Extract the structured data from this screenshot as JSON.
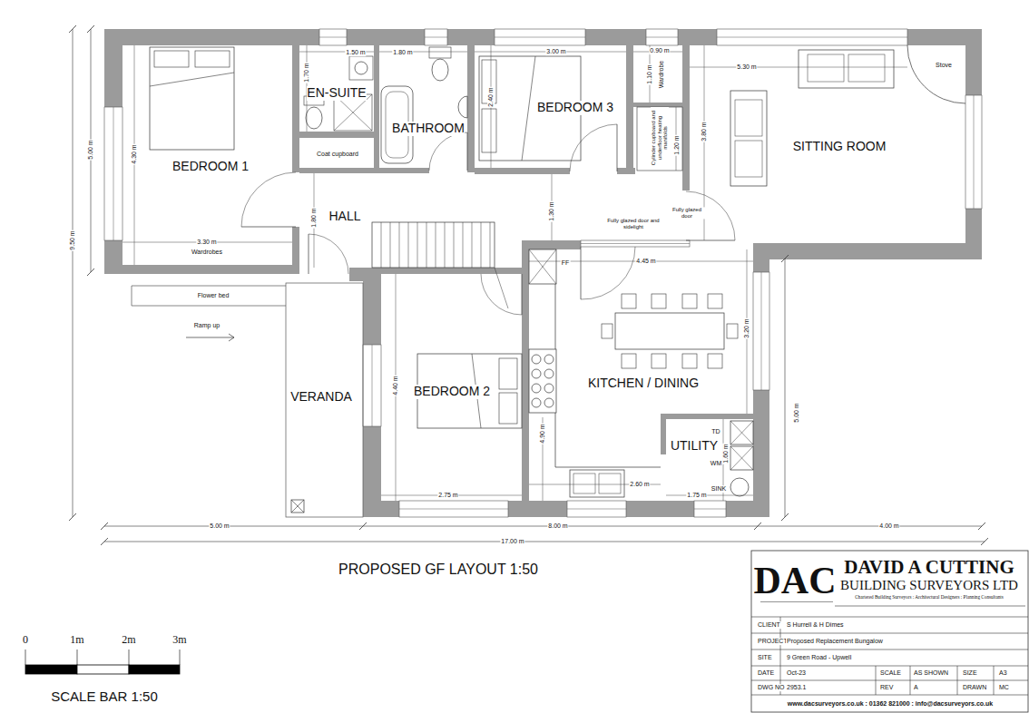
{
  "diagram": {
    "title": "PROPOSED GF LAYOUT 1:50",
    "nodes": [
      {
        "text": [
          "EN-SUITE"
        ]
      },
      {
        "text": [
          "BATHROOM"
        ]
      },
      {
        "text": [
          "BEDROOM 3"
        ]
      },
      {
        "text": [
          "SITTING ROOM"
        ]
      },
      {
        "text": [
          "BEDROOM 1"
        ]
      },
      {
        "text": [
          "HALL"
        ]
      },
      {
        "text": [
          "VERANDA"
        ]
      },
      {
        "text": [
          "BEDROOM 2"
        ]
      },
      {
        "text": [
          "KITCHEN / DINING"
        ]
      },
      {
        "text": [
          "UTILITY"
        ]
      }
    ],
    "labels": [
      "1.50 m",
      "1.80 m",
      "3.00 m",
      "0.90 m",
      "5.30 m",
      "1.70 m",
      "2.40 m",
      "1.10 m",
      "Wardrobe",
      "1.20 m",
      "Cylinder cupboard and underfloor heating manifolds",
      "4.30 m",
      "3.80 m",
      "Coat cupboard",
      "1.80 m",
      "1.30 m",
      "Fully glazed door and sidelight",
      "Fully glazed door",
      "3.30 m",
      "Wardrobes",
      "FF",
      "4.45 m",
      "Flower bed",
      "Ramp up",
      "3.20 m",
      "4.40 m",
      "4.90 m",
      "TD",
      "1.60 m",
      "WM",
      "SINK",
      "1.75 m",
      "2.60 m",
      "2.75 m",
      "5.00 m",
      "Stove",
      "5.00 m",
      "9.50 m",
      "5.00 m",
      "8.00 m",
      "4.00 m",
      "17.00 m",
      "0",
      "1m",
      "2m",
      "3m",
      "SCALE BAR 1:50",
      "DAC",
      "DAVID A CUTTING",
      "BUILDING SURVEYORS LTD",
      "Chartered Building Surveyors : Architectural Designers : Planning Consultants",
      "CLIENT",
      "S Hurrell & H Dimes",
      "PROJECT",
      "Proposed Replacement Bungalow",
      "SITE",
      "9 Green Road - Upwell",
      "DATE",
      "Oct-23",
      "SCALE",
      "AS SHOWN",
      "SIZE",
      "A3",
      "DWG NO",
      "2953.1",
      "REV",
      "A",
      "DRAWN",
      "MC",
      "www.dacsurveyors.co.uk : 01362 821000 : info@dacsurveyors.co.uk"
    ]
  }
}
